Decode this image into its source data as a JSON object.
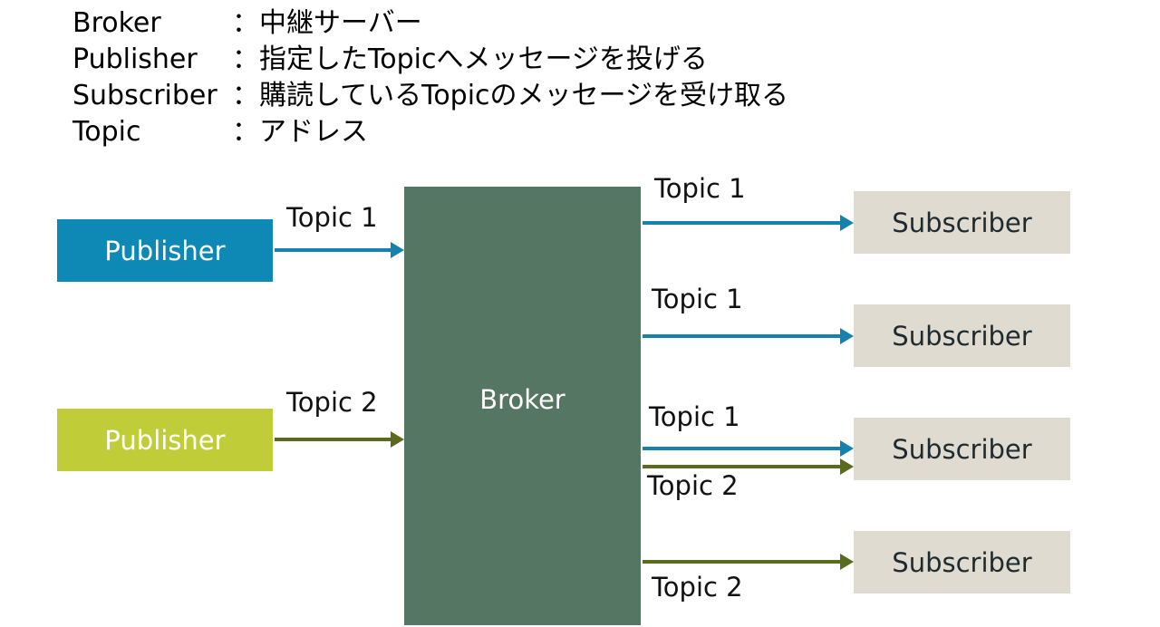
{
  "legend": [
    {
      "term": "Broker",
      "desc": "：中継サーバー"
    },
    {
      "term": "Publisher",
      "desc": "：指定したTopicへメッセージを投げる"
    },
    {
      "term": "Subscriber",
      "desc": "：購読しているTopicのメッセージを受け取る"
    },
    {
      "term": "Topic",
      "desc": "：アドレス"
    }
  ],
  "publishers": [
    {
      "label": "Publisher",
      "topic": "Topic 1",
      "color": "#0e88b4"
    },
    {
      "label": "Publisher",
      "topic": "Topic 2",
      "color": "#c0cd38"
    }
  ],
  "broker": {
    "label": "Broker",
    "color": "#557663"
  },
  "subscribers": [
    {
      "label": "Subscriber"
    },
    {
      "label": "Subscriber"
    },
    {
      "label": "Subscriber"
    },
    {
      "label": "Subscriber"
    }
  ],
  "outgoing_topics": [
    {
      "label": "Topic 1"
    },
    {
      "label": "Topic 1"
    },
    {
      "label": "Topic 1"
    },
    {
      "label": "Topic 2"
    },
    {
      "label": "Topic 2"
    }
  ],
  "colors": {
    "topic1_arrow": "#1482ad",
    "topic2_arrow": "#5a6b1e",
    "subscriber_fill": "#e0dbd1"
  }
}
